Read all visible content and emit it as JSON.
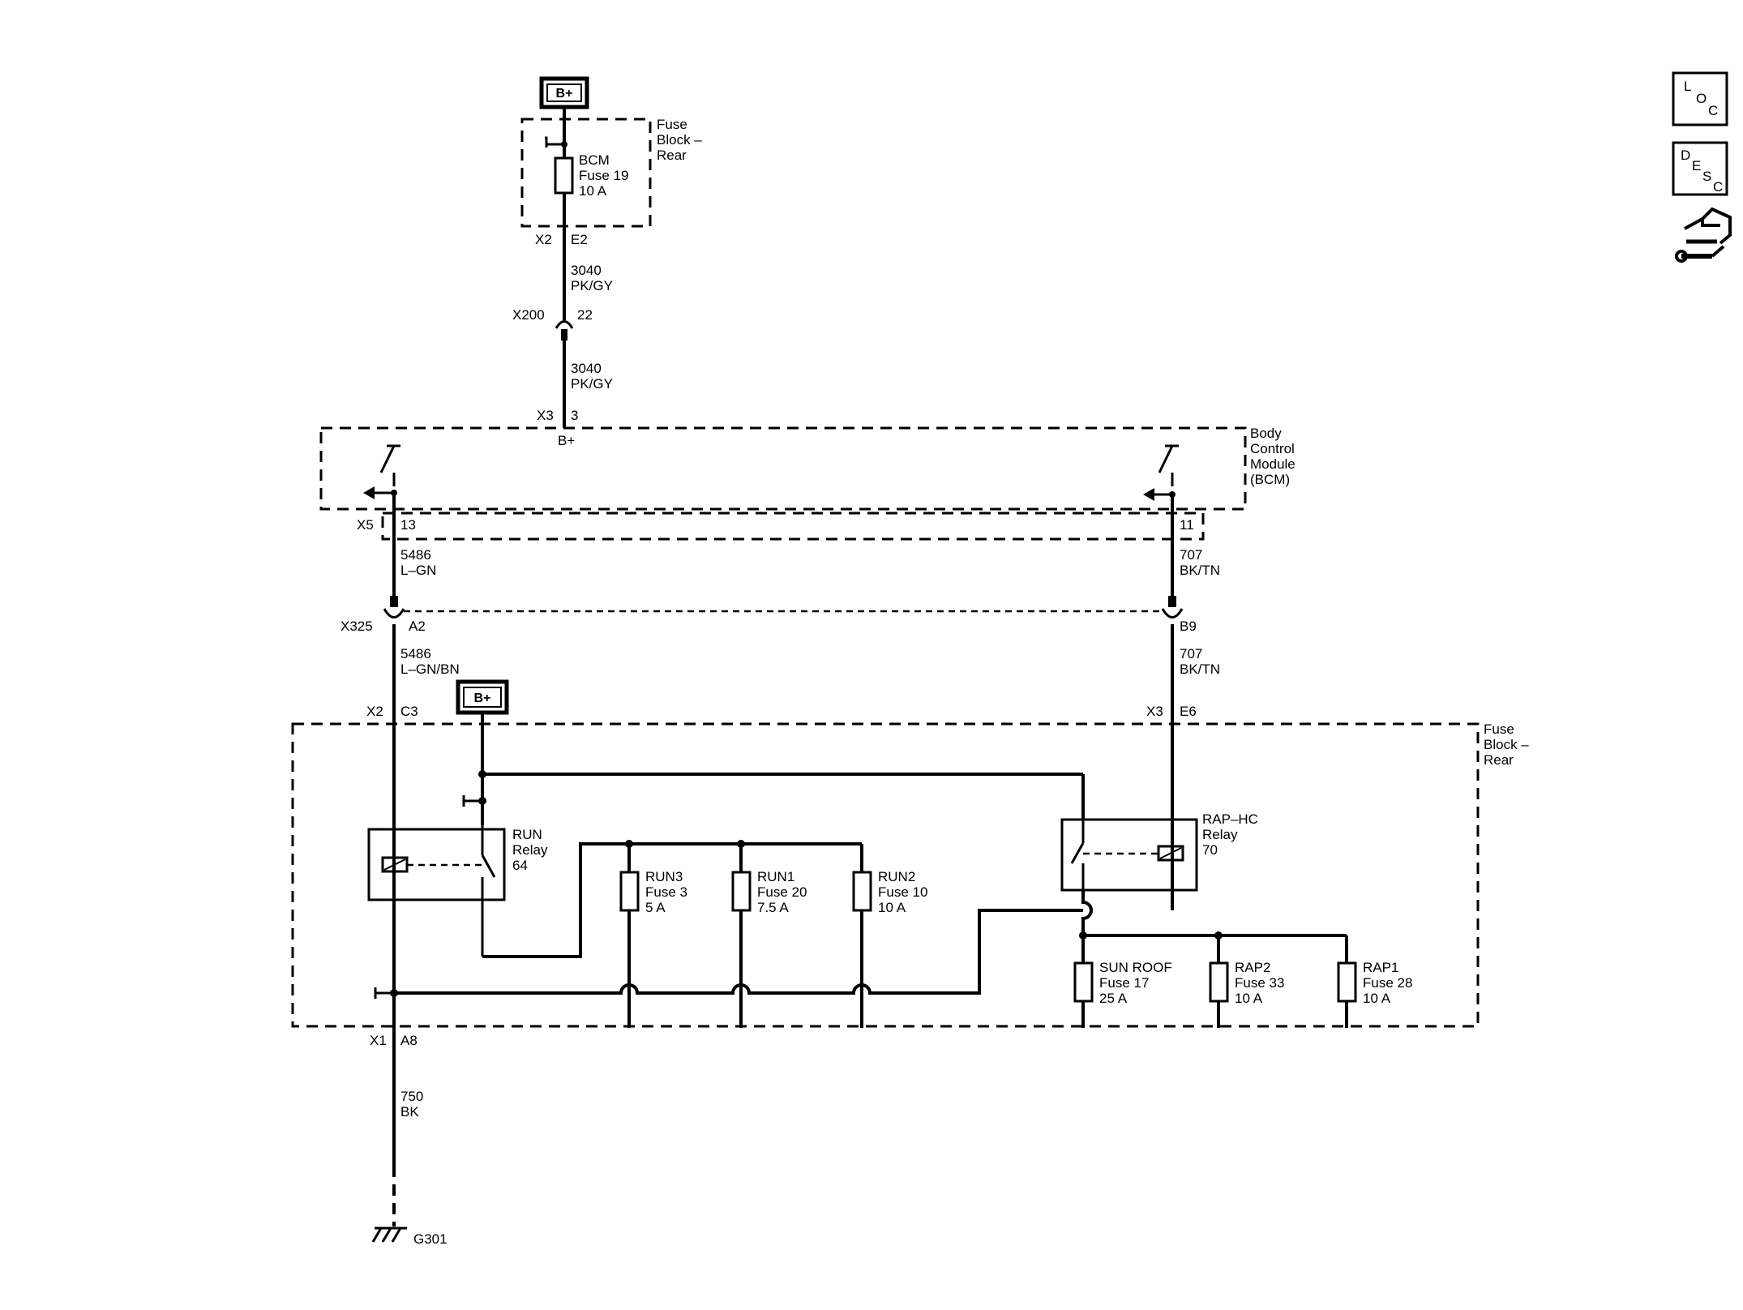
{
  "power_source": {
    "top": "B+",
    "relay_feed": "B+",
    "bcm_input": "B+"
  },
  "fuse_block_top": {
    "title": [
      "Fuse",
      "Block –",
      "Rear"
    ],
    "fuse": [
      "BCM",
      "Fuse 19",
      "10 A"
    ],
    "connector": "X2",
    "pin": "E2"
  },
  "wires": {
    "w3040_a": [
      "3040",
      "PK/GY"
    ],
    "w3040_b": [
      "3040",
      "PK/GY"
    ],
    "w5486_a": [
      "5486",
      "L–GN"
    ],
    "w5486_b": [
      "5486",
      "L–GN/BN"
    ],
    "w707_a": [
      "707",
      "BK/TN"
    ],
    "w707_b": [
      "707",
      "BK/TN"
    ],
    "w750": [
      "750",
      "BK"
    ]
  },
  "connectors": {
    "x200": "X200",
    "x200_pin": "22",
    "bcm_in": "X3",
    "bcm_in_pin": "3",
    "x5": "X5",
    "x5_pin13": "13",
    "x5_pin11": "11",
    "x325": "X325",
    "x325_pin_a2": "A2",
    "x325_pin_b9": "B9",
    "fb_x2": "X2",
    "fb_c3": "C3",
    "fb_x3": "X3",
    "fb_e6": "E6",
    "fb_x1": "X1",
    "fb_a8": "A8"
  },
  "bcm": {
    "title": [
      "Body",
      "Control",
      "Module",
      "(BCM)"
    ]
  },
  "fuse_block_main": {
    "title": [
      "Fuse",
      "Block –",
      "Rear"
    ]
  },
  "run_relay": [
    "RUN",
    "Relay",
    "64"
  ],
  "raphc_relay": [
    "RAP–HC",
    "Relay",
    "70"
  ],
  "fuses": [
    [
      "RUN3",
      "Fuse 3",
      "5 A"
    ],
    [
      "RUN1",
      "Fuse 20",
      "7.5 A"
    ],
    [
      "RUN2",
      "Fuse 10",
      "10 A"
    ],
    [
      "SUN ROOF",
      "Fuse 17",
      "25 A"
    ],
    [
      "RAP2",
      "Fuse 33",
      "10 A"
    ],
    [
      "RAP1",
      "Fuse 28",
      "10 A"
    ]
  ],
  "ground": "G301",
  "side_icons": {
    "loc": [
      "L",
      "O",
      "C"
    ],
    "desc": [
      "D",
      "E",
      "S",
      "C"
    ],
    "connector_view": "connector-end-view-icon"
  }
}
